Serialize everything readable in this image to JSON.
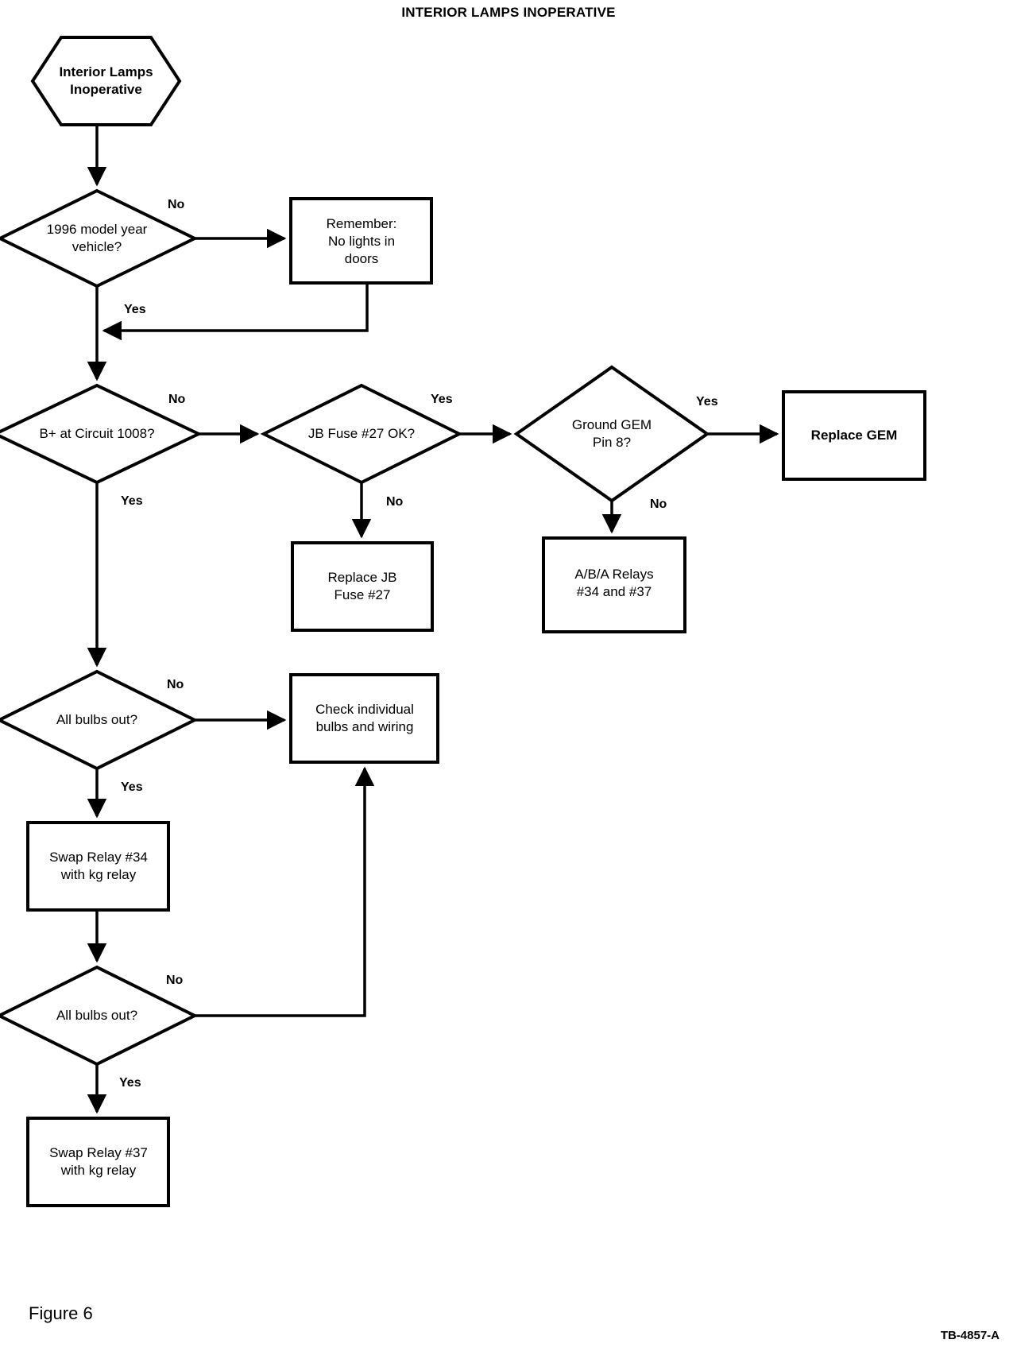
{
  "document": {
    "title": "INTERIOR LAMPS INOPERATIVE",
    "figure_caption": "Figure 6",
    "figure_code": "TB-4857-A"
  },
  "chart_data": {
    "type": "diagram",
    "subtype": "flowchart",
    "title": "INTERIOR LAMPS INOPERATIVE",
    "nodes": [
      {
        "id": "start",
        "shape": "hexagon",
        "text": "Interior Lamps\nInoperative"
      },
      {
        "id": "d_1996",
        "shape": "diamond",
        "text": "1996 model year\nvehicle?"
      },
      {
        "id": "b_remember",
        "shape": "rect",
        "text": "Remember:\nNo lights in\ndoors"
      },
      {
        "id": "d_bplus",
        "shape": "diamond",
        "text": "B+ at Circuit 1008?"
      },
      {
        "id": "d_jbfuse",
        "shape": "diamond",
        "text": "JB Fuse #27 OK?"
      },
      {
        "id": "d_groundgem",
        "shape": "diamond",
        "text": "Ground GEM\nPin 8?"
      },
      {
        "id": "b_replacegem",
        "shape": "rect",
        "text": "Replace GEM"
      },
      {
        "id": "b_replacejb",
        "shape": "rect",
        "text": "Replace JB\nFuse #27"
      },
      {
        "id": "b_relays",
        "shape": "rect",
        "text": "A/B/A Relays\n#34 and #37"
      },
      {
        "id": "d_allbulbs1",
        "shape": "diamond",
        "text": "All bulbs out?"
      },
      {
        "id": "b_checkbulbs",
        "shape": "rect",
        "text": "Check individual\nbulbs and wiring"
      },
      {
        "id": "b_swap34",
        "shape": "rect",
        "text": "Swap Relay #34\nwith kg relay"
      },
      {
        "id": "d_allbulbs2",
        "shape": "diamond",
        "text": "All bulbs out?"
      },
      {
        "id": "b_swap37",
        "shape": "rect",
        "text": "Swap Relay #37\nwith kg relay"
      }
    ],
    "edges": [
      {
        "from": "start",
        "to": "d_1996",
        "label": ""
      },
      {
        "from": "d_1996",
        "to": "b_remember",
        "label": "No"
      },
      {
        "from": "b_remember",
        "to": "d_bplus",
        "label": ""
      },
      {
        "from": "d_1996",
        "to": "d_bplus",
        "label": "Yes"
      },
      {
        "from": "d_bplus",
        "to": "d_jbfuse",
        "label": "No"
      },
      {
        "from": "d_jbfuse",
        "to": "d_groundgem",
        "label": "Yes"
      },
      {
        "from": "d_groundgem",
        "to": "b_replacegem",
        "label": "Yes"
      },
      {
        "from": "d_jbfuse",
        "to": "b_replacejb",
        "label": "No"
      },
      {
        "from": "d_groundgem",
        "to": "b_relays",
        "label": "No"
      },
      {
        "from": "d_bplus",
        "to": "d_allbulbs1",
        "label": "Yes"
      },
      {
        "from": "d_allbulbs1",
        "to": "b_checkbulbs",
        "label": "No"
      },
      {
        "from": "d_allbulbs1",
        "to": "b_swap34",
        "label": "Yes"
      },
      {
        "from": "b_swap34",
        "to": "d_allbulbs2",
        "label": ""
      },
      {
        "from": "d_allbulbs2",
        "to": "b_checkbulbs",
        "label": "No"
      },
      {
        "from": "d_allbulbs2",
        "to": "b_swap37",
        "label": "Yes"
      }
    ]
  },
  "labels": {
    "start": "Interior Lamps\nInoperative",
    "d_1996": "1996 model year\nvehicle?",
    "b_remember": "Remember:\nNo lights in\ndoors",
    "d_bplus": "B+ at Circuit 1008?",
    "d_jbfuse": "JB Fuse #27 OK?",
    "d_groundgem": "Ground GEM\nPin 8?",
    "b_replacegem": "Replace GEM",
    "b_replacejb": "Replace JB\nFuse #27",
    "b_relays": "A/B/A Relays\n#34 and #37",
    "d_allbulbs1": "All bulbs out?",
    "b_checkbulbs": "Check individual\nbulbs and wiring",
    "b_swap34": "Swap Relay #34\nwith kg relay",
    "d_allbulbs2": "All bulbs out?",
    "b_swap37": "Swap Relay #37\nwith kg relay"
  },
  "edge_labels": {
    "e1_no": "No",
    "e1_yes": "Yes",
    "e2_no": "No",
    "e3_yes": "Yes",
    "e4_yes": "Yes",
    "e3_no": "No",
    "e4_no": "No",
    "e2_yes": "Yes",
    "e5_no": "No",
    "e5_yes": "Yes",
    "e6_no": "No",
    "e6_yes": "Yes"
  },
  "colors": {
    "stroke": "#000000",
    "fill": "#ffffff",
    "text": "#000000"
  }
}
